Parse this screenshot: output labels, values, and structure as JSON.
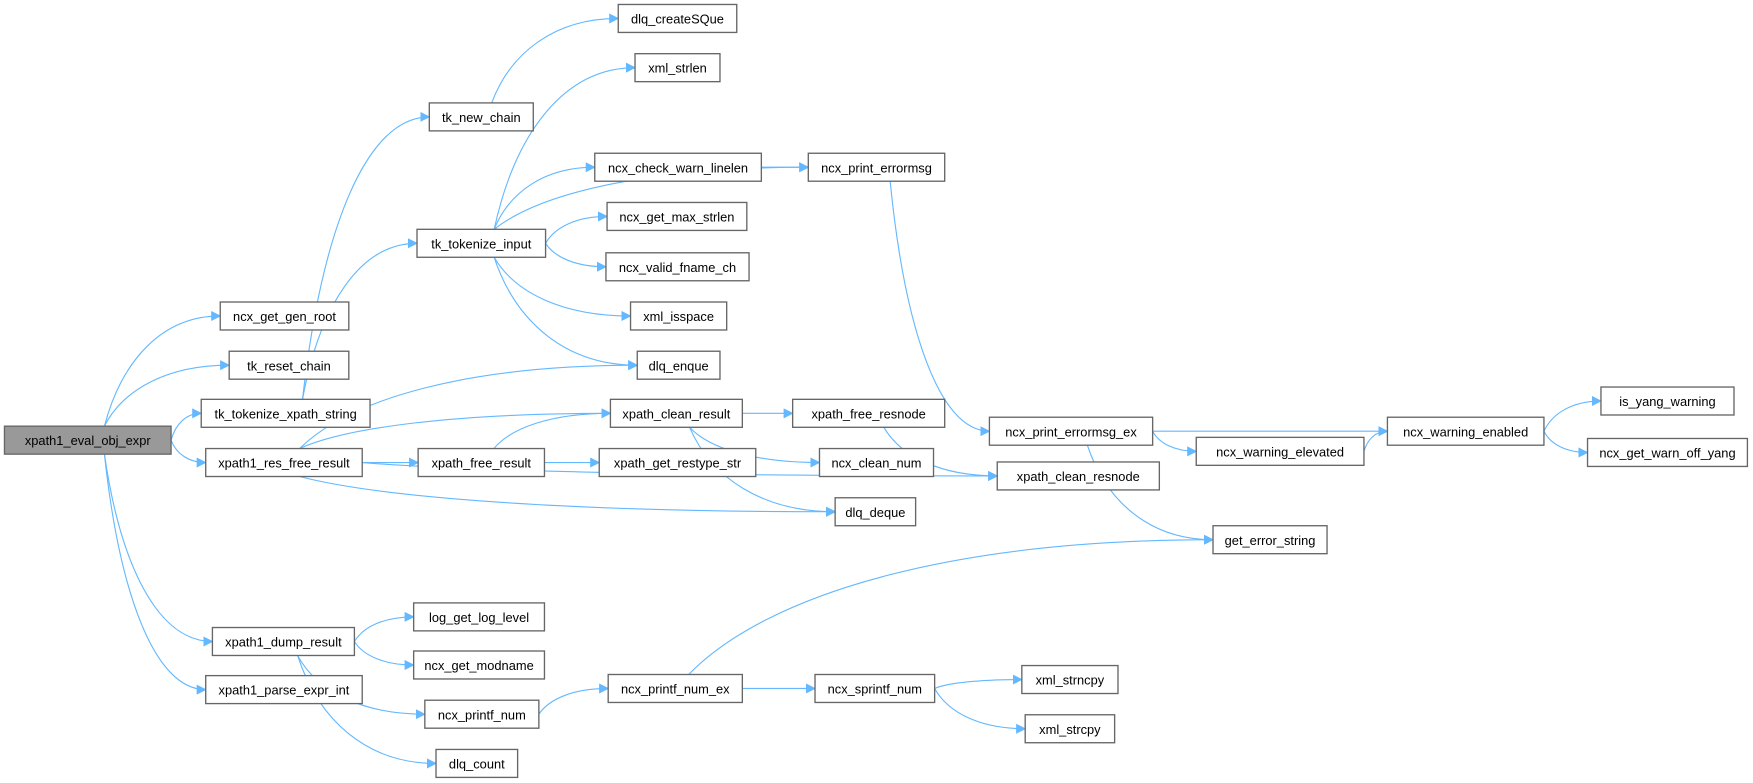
{
  "graph": {
    "title": "Call graph",
    "edge_color": "#63b8ff",
    "root_fill": "#999999",
    "nodes": {
      "xpath1_eval_obj_expr": "xpath1_eval_obj_expr",
      "ncx_get_gen_root": "ncx_get_gen_root",
      "tk_reset_chain": "tk_reset_chain",
      "tk_tokenize_xpath_string": "tk_tokenize_xpath_string",
      "xpath1_res_free_result": "xpath1_res_free_result",
      "xpath1_dump_result": "xpath1_dump_result",
      "xpath1_parse_expr_int": "xpath1_parse_expr_int",
      "tk_new_chain": "tk_new_chain",
      "tk_tokenize_input": "tk_tokenize_input",
      "dlq_createSQue": "dlq_createSQue",
      "xml_strlen": "xml_strlen",
      "ncx_check_warn_linelen": "ncx_check_warn_linelen",
      "ncx_get_max_strlen": "ncx_get_max_strlen",
      "ncx_valid_fname_ch": "ncx_valid_fname_ch",
      "xml_isspace": "xml_isspace",
      "dlq_enque": "dlq_enque",
      "xpath_clean_result": "xpath_clean_result",
      "xpath_free_resnode": "xpath_free_resnode",
      "xpath_free_result": "xpath_free_result",
      "xpath_get_restype_str": "xpath_get_restype_str",
      "ncx_clean_num": "ncx_clean_num",
      "dlq_deque": "dlq_deque",
      "ncx_print_errormsg": "ncx_print_errormsg",
      "ncx_print_errormsg_ex": "ncx_print_errormsg_ex",
      "xpath_clean_resnode": "xpath_clean_resnode",
      "ncx_warning_elevated": "ncx_warning_elevated",
      "ncx_warning_enabled": "ncx_warning_enabled",
      "is_yang_warning": "is_yang_warning",
      "ncx_get_warn_off_yang": "ncx_get_warn_off_yang",
      "get_error_string": "get_error_string",
      "log_get_log_level": "log_get_log_level",
      "ncx_get_modname": "ncx_get_modname",
      "ncx_printf_num": "ncx_printf_num",
      "dlq_count": "dlq_count",
      "ncx_printf_num_ex": "ncx_printf_num_ex",
      "ncx_sprintf_num": "ncx_sprintf_num",
      "xml_strncpy": "xml_strncpy",
      "xml_strcpy": "xml_strcpy"
    },
    "root": "xpath1_eval_obj_expr",
    "edges": [
      [
        "xpath1_eval_obj_expr",
        "ncx_get_gen_root"
      ],
      [
        "xpath1_eval_obj_expr",
        "tk_reset_chain"
      ],
      [
        "xpath1_eval_obj_expr",
        "tk_tokenize_xpath_string"
      ],
      [
        "xpath1_eval_obj_expr",
        "xpath1_res_free_result"
      ],
      [
        "xpath1_eval_obj_expr",
        "xpath1_dump_result"
      ],
      [
        "xpath1_eval_obj_expr",
        "xpath1_parse_expr_int"
      ],
      [
        "tk_tokenize_xpath_string",
        "tk_new_chain"
      ],
      [
        "tk_tokenize_xpath_string",
        "tk_tokenize_input"
      ],
      [
        "tk_new_chain",
        "dlq_createSQue"
      ],
      [
        "tk_tokenize_input",
        "xml_strlen"
      ],
      [
        "tk_tokenize_input",
        "ncx_print_errormsg"
      ],
      [
        "tk_tokenize_input",
        "ncx_check_warn_linelen"
      ],
      [
        "tk_tokenize_input",
        "ncx_get_max_strlen"
      ],
      [
        "tk_tokenize_input",
        "ncx_valid_fname_ch"
      ],
      [
        "tk_tokenize_input",
        "xml_isspace"
      ],
      [
        "tk_tokenize_input",
        "dlq_enque"
      ],
      [
        "ncx_check_warn_linelen",
        "ncx_print_errormsg"
      ],
      [
        "ncx_print_errormsg",
        "ncx_print_errormsg_ex"
      ],
      [
        "xpath1_res_free_result",
        "dlq_enque"
      ],
      [
        "xpath1_res_free_result",
        "xpath_clean_result"
      ],
      [
        "xpath1_res_free_result",
        "xpath_free_result"
      ],
      [
        "xpath1_res_free_result",
        "dlq_deque"
      ],
      [
        "xpath1_res_free_result",
        "xpath_clean_resnode"
      ],
      [
        "xpath_free_result",
        "xpath_clean_result"
      ],
      [
        "xpath_free_result",
        "xpath_get_restype_str"
      ],
      [
        "xpath_clean_result",
        "xpath_free_resnode"
      ],
      [
        "xpath_clean_result",
        "ncx_clean_num"
      ],
      [
        "xpath_clean_result",
        "dlq_deque"
      ],
      [
        "xpath_free_resnode",
        "xpath_clean_resnode"
      ],
      [
        "ncx_print_errormsg_ex",
        "ncx_warning_enabled"
      ],
      [
        "ncx_print_errormsg_ex",
        "ncx_warning_elevated"
      ],
      [
        "ncx_print_errormsg_ex",
        "get_error_string"
      ],
      [
        "ncx_warning_elevated",
        "ncx_warning_enabled"
      ],
      [
        "ncx_warning_enabled",
        "is_yang_warning"
      ],
      [
        "ncx_warning_enabled",
        "ncx_get_warn_off_yang"
      ],
      [
        "xpath1_dump_result",
        "log_get_log_level"
      ],
      [
        "xpath1_dump_result",
        "ncx_get_modname"
      ],
      [
        "xpath1_dump_result",
        "ncx_printf_num"
      ],
      [
        "xpath1_dump_result",
        "dlq_count"
      ],
      [
        "ncx_printf_num",
        "ncx_printf_num_ex"
      ],
      [
        "ncx_printf_num_ex",
        "get_error_string"
      ],
      [
        "ncx_printf_num_ex",
        "ncx_sprintf_num"
      ],
      [
        "ncx_sprintf_num",
        "xml_strncpy"
      ],
      [
        "ncx_sprintf_num",
        "xml_strcpy"
      ]
    ]
  }
}
